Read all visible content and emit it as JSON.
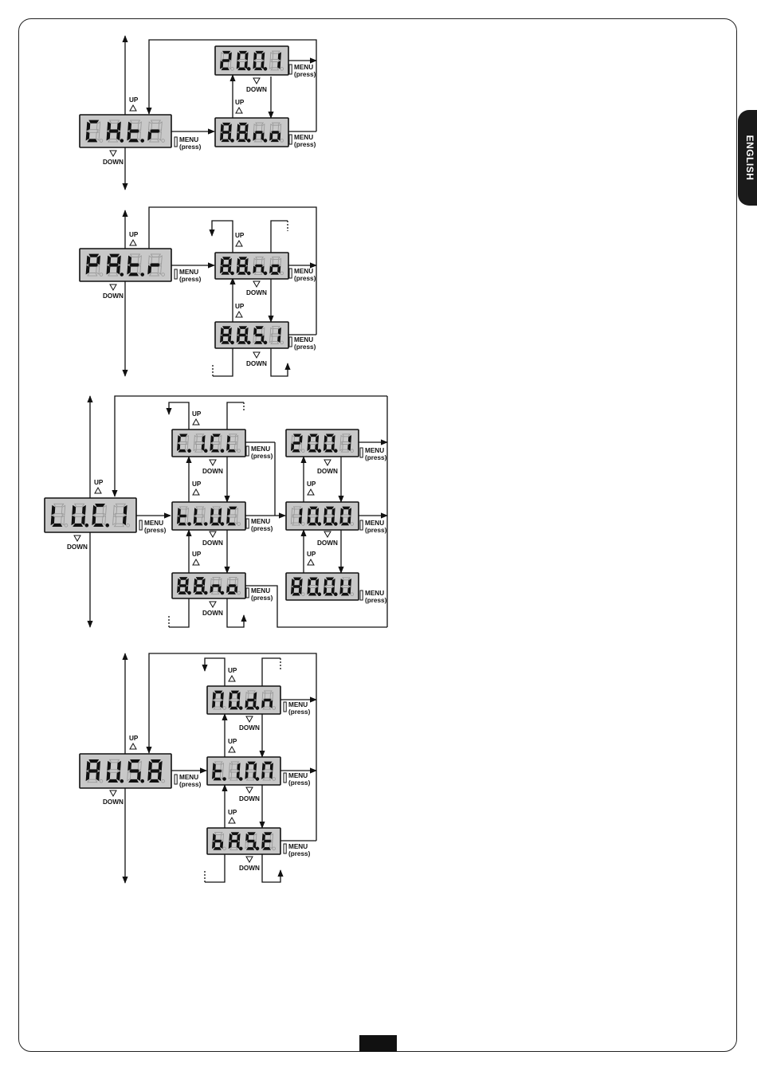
{
  "page": {
    "language_tab": "ENGLISH"
  },
  "labels": {
    "menu": "MENU",
    "press": "(press)",
    "up": "UP",
    "down": "DOWN"
  },
  "colors": {
    "display_bg": "#c8c8c8",
    "segment_on": "#111111",
    "segment_off": "#9a9a9a",
    "line": "#111111"
  },
  "diagrams": [
    {
      "name": "ch-tr",
      "main_display": [
        "C",
        "H.",
        "t.",
        "r"
      ],
      "options": [
        [
          "2",
          "0.",
          "0.",
          "1"
        ],
        [
          "8.",
          "8.",
          "n.",
          "o"
        ]
      ]
    },
    {
      "name": "pa-tr",
      "main_display": [
        "P",
        "A.",
        "t.",
        "r"
      ],
      "options": [
        [
          "8.",
          "8.",
          "n.",
          "o"
        ],
        [
          "8.",
          "8.",
          "S.",
          "I"
        ]
      ]
    },
    {
      "name": "luci",
      "main_display": [
        "L",
        "U.",
        "C.",
        "I"
      ],
      "options": [
        [
          "C.",
          "I.",
          "C.",
          "L"
        ],
        [
          "t.",
          "L.",
          "U.",
          "C"
        ],
        [
          "8.",
          "8.",
          "n.",
          "o"
        ]
      ],
      "sub_options": [
        [
          "2",
          "0.",
          "0.",
          "1"
        ],
        [
          "1",
          "0.",
          "0.",
          "0"
        ],
        [
          "8",
          "0.",
          "0.",
          "U"
        ]
      ]
    },
    {
      "name": "aus",
      "main_display": [
        "A",
        "U.",
        "S.",
        "8"
      ],
      "options": [
        [
          "M",
          "O.",
          "d.",
          "n"
        ],
        [
          "t.",
          "I.",
          "M.",
          "M"
        ],
        [
          "b",
          "A.",
          "S.",
          "E"
        ]
      ]
    }
  ]
}
